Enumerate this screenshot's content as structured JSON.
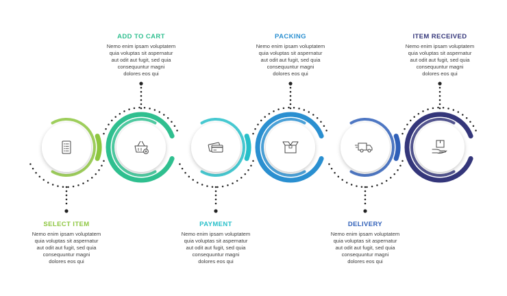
{
  "steps": [
    {
      "label": "SELECT ITEM",
      "color": "#8dc63f",
      "icon": "list-icon",
      "text_position": "bottom",
      "description": [
        "Nemo enim ipsam voluptatem",
        "quia voluptas sit aspernatur",
        "aut odit aut fugit, sed quia",
        "consequuntur magni",
        "dolores eos qui"
      ]
    },
    {
      "label": "ADD TO CART",
      "color": "#2fbf8f",
      "icon": "basket-icon",
      "text_position": "top",
      "description": [
        "Nemo enim ipsam voluptatem",
        "quia voluptas sit aspernatur",
        "aut odit aut fugit, sed quia",
        "consequuntur magni",
        "dolores eos qui"
      ]
    },
    {
      "label": "PAYMENT",
      "color": "#27bfc9",
      "icon": "credit-card-icon",
      "text_position": "bottom",
      "description": [
        "Nemo enim ipsam voluptatem",
        "quia voluptas sit aspernatur",
        "aut odit aut fugit, sed quia",
        "consequuntur magni",
        "dolores eos qui"
      ]
    },
    {
      "label": "PACKING",
      "color": "#2a8fd0",
      "icon": "box-icon",
      "text_position": "top",
      "description": [
        "Nemo enim ipsam voluptatem",
        "quia voluptas sit aspernatur",
        "aut odit aut fugit, sed quia",
        "consequuntur magni",
        "dolores eos qui"
      ]
    },
    {
      "label": "DELIVERY",
      "color": "#2f5fb8",
      "icon": "truck-icon",
      "text_position": "bottom",
      "description": [
        "Nemo enim ipsam voluptatem",
        "quia voluptas sit aspernatur",
        "aut odit aut fugit, sed quia",
        "consequuntur magni",
        "dolores eos qui"
      ]
    },
    {
      "label": "ITEM RECEIVED",
      "color": "#34367a",
      "icon": "package-in-hand-icon",
      "text_position": "top",
      "description": [
        "Nemo enim ipsam voluptatem",
        "quia voluptas sit aspernatur",
        "aut odit aut fugit, sed quia",
        "consequuntur magni",
        "dolores eos qui"
      ]
    }
  ]
}
